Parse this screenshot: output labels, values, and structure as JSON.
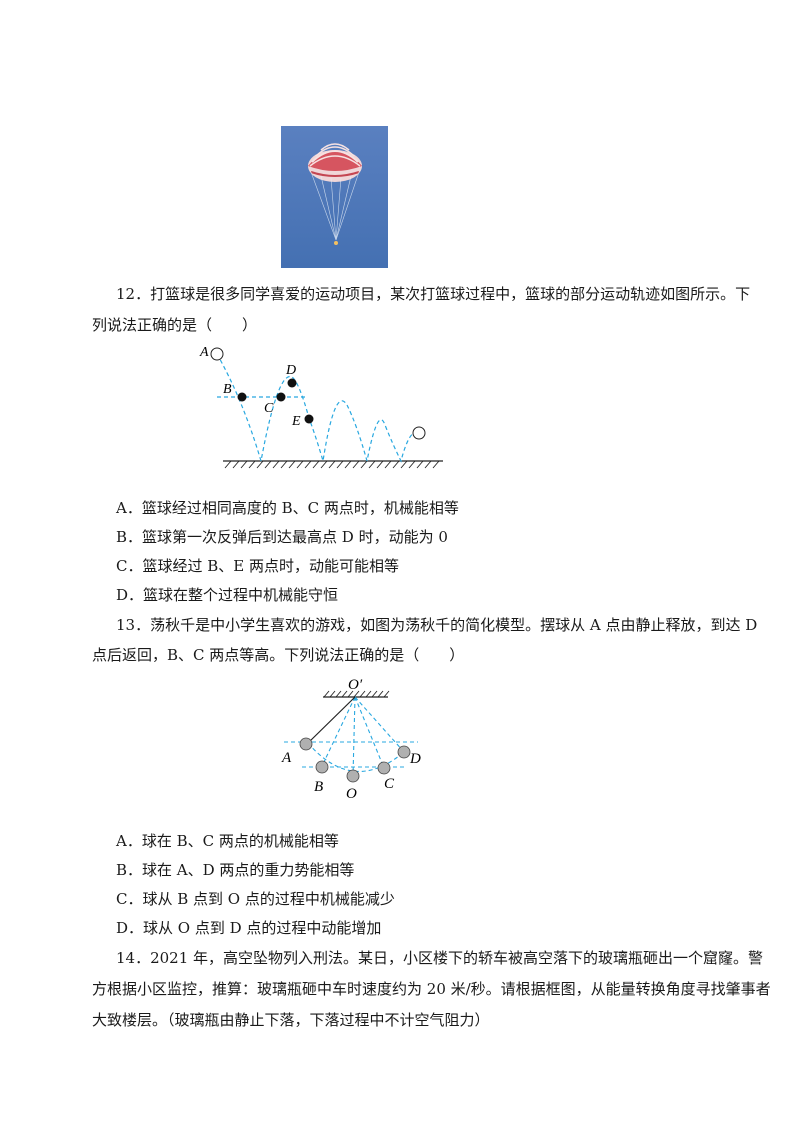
{
  "q12": {
    "line1": "12．打篮球是很多同学喜爱的运动项目，某次打篮球过程中，篮球的部分运动轨迹如图所示。下",
    "line2": "列说法正确的是（　　）",
    "figure_labels": {
      "A": "A",
      "B": "B",
      "C": "C",
      "D": "D",
      "E": "E"
    },
    "options": [
      "A．篮球经过相同高度的 B、C 两点时，机械能相等",
      "B．篮球第一次反弹后到达最高点 D 时，动能为 0",
      "C．篮球经过 B、E 两点时，动能可能相等",
      "D．篮球在整个过程中机械能守恒"
    ]
  },
  "q13": {
    "line1": "13．荡秋千是中小学生喜欢的游戏，如图为荡秋千的简化模型。摆球从 A 点由静止释放，到达 D",
    "line2": "点后返回，B、C 两点等高。下列说法正确的是（　　）",
    "figure_labels": {
      "O_prime": "O′",
      "A": "A",
      "B": "B",
      "O": "O",
      "C": "C",
      "D": "D"
    },
    "options": [
      "A．球在 B、C 两点的机械能相等",
      "B．球在 A、D 两点的重力势能相等",
      "C．球从 B 点到 O 点的过程中机械能减少",
      "D．球从 O 点到 D 点的过程中动能增加"
    ]
  },
  "q14": {
    "line1": "14．2021 年，高空坠物列入刑法。某日，小区楼下的轿车被高空落下的玻璃瓶砸出一个窟窿。警",
    "line2": "方根据小区监控，推算：玻璃瓶砸中车时速度约为 20 米/秒。请根据框图，从能量转换角度寻找肇事者",
    "line3": "大致楼层。（玻璃瓶由静止下落，下落过程中不计空气阻力）"
  },
  "colors": {
    "sky": "#4f78b8",
    "dash": "#29a8e0",
    "canopy": "#d8505c"
  }
}
